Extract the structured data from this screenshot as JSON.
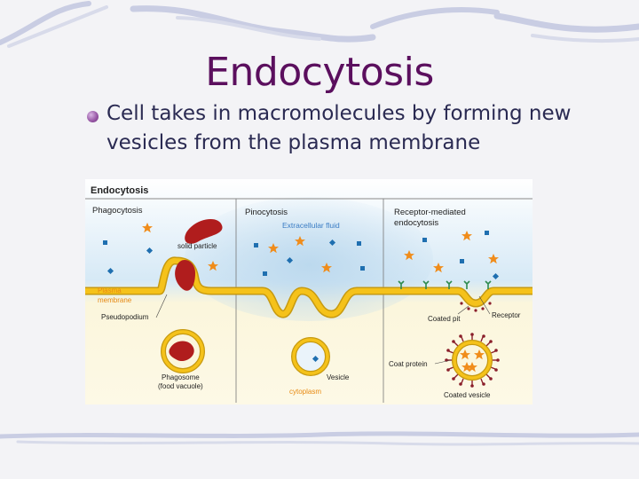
{
  "slide": {
    "title": "Endocytosis",
    "bullet": "Cell takes in macromolecules by forming new vesicles from the plasma membrane"
  },
  "figure": {
    "heading": "Endocytosis",
    "panels": {
      "phagocytosis": {
        "title": "Phagocytosis",
        "solid_particle": "solid particle",
        "plasma_membrane_line1": "Plasma",
        "plasma_membrane_line2": "membrane",
        "pseudopodium": "Pseudopodium",
        "phagosome_line1": "Phagosome",
        "phagosome_line2": "(food vacuole)"
      },
      "pinocytosis": {
        "title": "Pinocytosis",
        "extracellular_fluid": "Extracellular fluid",
        "vesicle": "Vesicle",
        "cytoplasm": "cytoplasm"
      },
      "receptor_mediated": {
        "title_line1": "Receptor-mediated",
        "title_line2": "endocytosis",
        "coated_pit": "Coated pit",
        "receptor": "Receptor",
        "coat_protein": "Coat protein",
        "coated_vesicle": "Coated vesicle"
      }
    }
  },
  "colors": {
    "title": "#5b0f5e",
    "bullet_text": "#2a2a52",
    "membrane": "#f5c21a",
    "membrane_edge": "#c79a10",
    "particle": "#b01d1d",
    "molecule_blue": "#1f6fb0",
    "star_orange": "#f08c1a",
    "label_blue": "#3a7cc4",
    "label_orange": "#e88a12",
    "coat_protein": "#8a1e2a"
  }
}
